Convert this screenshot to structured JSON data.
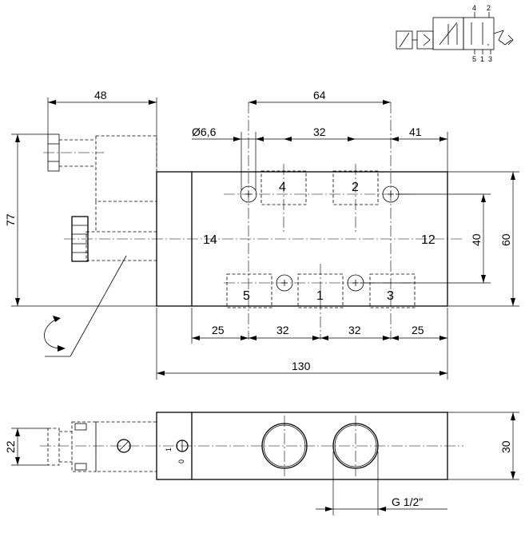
{
  "symbol": {
    "top_ports": [
      "4",
      "2"
    ],
    "bottom_ports": [
      "5",
      "1",
      "3"
    ]
  },
  "top_view": {
    "dims": {
      "body_length": "130",
      "body_height": "60",
      "solenoid_length": "48",
      "total_height": "77",
      "hole_spacing": "64",
      "hole_diameter": "Ø6,6",
      "port_spacing_top": "32",
      "offset_right": "41",
      "inner_height": "40",
      "end_bottom_left": "25",
      "mid_bottom_1": "32",
      "mid_bottom_2": "32",
      "end_bottom_right": "25"
    },
    "ports": {
      "p4": "4",
      "p2": "2",
      "p5": "5",
      "p1": "1",
      "p3": "3",
      "p14": "14",
      "p12": "12"
    }
  },
  "side_view": {
    "dims": {
      "height_left": "22",
      "height_right": "30",
      "thread": "G 1/2\""
    },
    "switch_labels": {
      "one": "1",
      "zero": "0"
    }
  }
}
